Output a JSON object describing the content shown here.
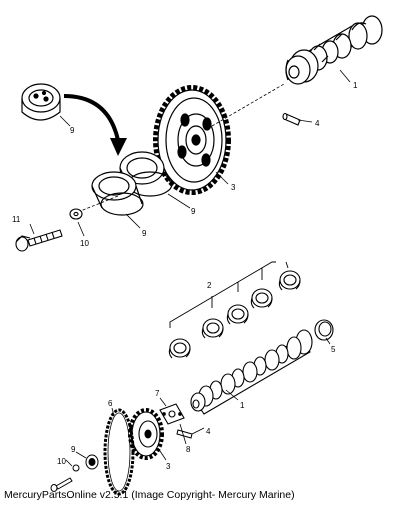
{
  "callouts": {
    "c1_top": "1",
    "c4_top": "4",
    "c3_top": "3",
    "c9_cup": "9",
    "c9_ring_a": "9",
    "c9_ring_b": "9",
    "c11": "11",
    "c10_top": "10",
    "c2": "2",
    "c5": "5",
    "c1_bot": "1",
    "c7": "7",
    "c8": "8",
    "c4_bot": "4",
    "c6": "6",
    "c3_bot": "3",
    "c9_bot": "9",
    "c10_bot": "10"
  },
  "caption": "MercuryPartsOnline v2.5.1 (Image Copyright- Mercury Marine)"
}
